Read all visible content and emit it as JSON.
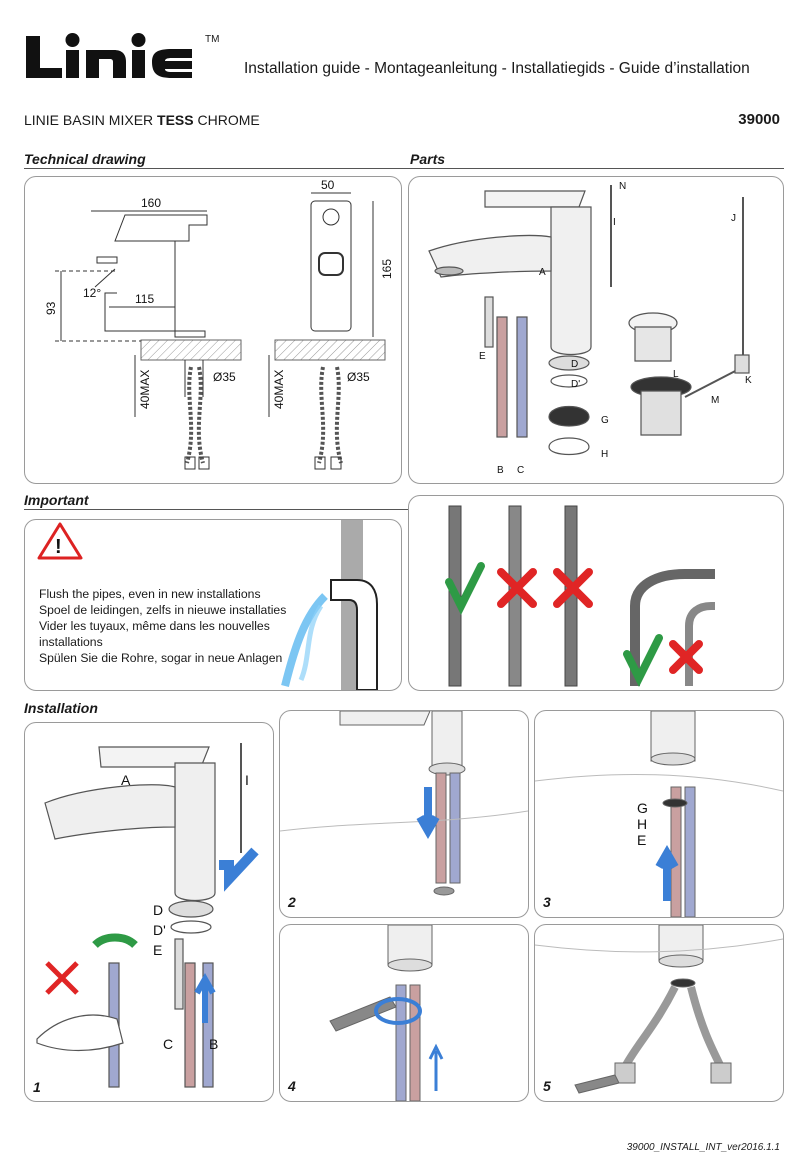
{
  "header": {
    "brand": "Linie",
    "trademark": "TM",
    "guide_title": "Installation guide - Montageanleitung - Installatiegids - Guide d’installation",
    "product_prefix": "LINIE BASIN MIXER ",
    "product_model": "TESS",
    "product_suffix": " CHROME",
    "product_code": "39000"
  },
  "sections": {
    "technical": "Technical drawing",
    "parts": "Parts",
    "important": "Important",
    "installation": "Installation"
  },
  "technical_drawing": {
    "dims": [
      "160",
      "50",
      "93",
      "12°",
      "115",
      "165",
      "Ø35",
      "Ø35",
      "40MAX",
      "40MAX"
    ]
  },
  "parts": {
    "labels": [
      "N",
      "I",
      "J",
      "A",
      "E",
      "D",
      "D'",
      "L",
      "K",
      "M",
      "G",
      "H",
      "B",
      "C"
    ]
  },
  "important": {
    "lines": [
      "Flush the pipes, even in new installations",
      "Spoel de leidingen, zelfs in nieuwe installaties",
      "Vider les tuyaux, même dans les nouvelles installations",
      "Spülen Sie die Rohre, sogar in neue Anlagen"
    ]
  },
  "installation": {
    "step1_labels": [
      "A",
      "I",
      "D",
      "D'",
      "E",
      "C",
      "B"
    ],
    "step3_labels": [
      "G",
      "H",
      "E"
    ],
    "steps": [
      "1",
      "2",
      "3",
      "4",
      "5"
    ]
  },
  "footer": {
    "doc_code": "39000_INSTALL_INT_ver2016.1.1"
  },
  "colors": {
    "check": "#2e9a45",
    "cross": "#e02525",
    "arrow": "#3b7fd6",
    "hose_blue": "#5a6fb8",
    "hose_red": "#b85a5a"
  }
}
